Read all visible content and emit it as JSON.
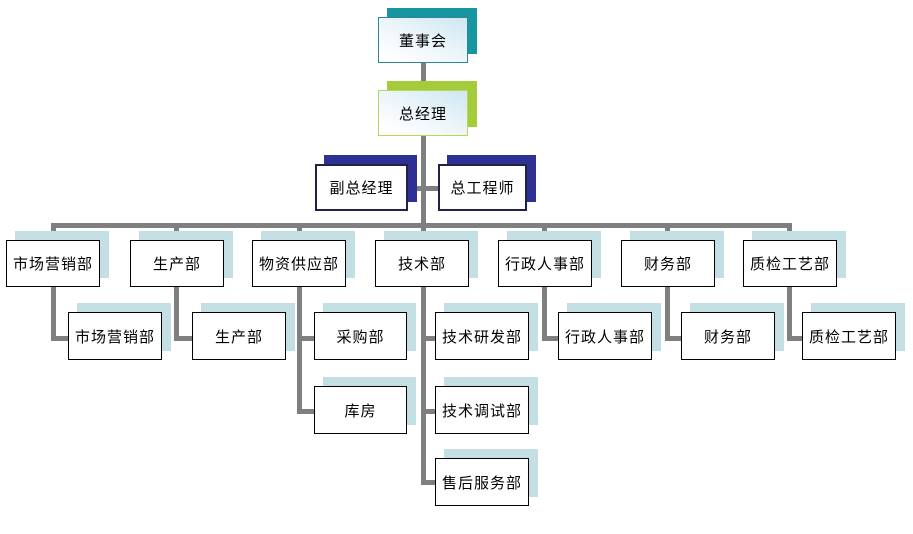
{
  "chart": {
    "type": "org-chart",
    "description": "company organizational structure diagram"
  },
  "colors": {
    "board_shadow": "#1795a0",
    "gm_shadow": "#a4cb3a",
    "executive_shadow": "#2d3193",
    "department_shadow": "#c3dfe3",
    "connector": "#7f7f7f",
    "box_fill": "#ffffff",
    "box_gradient_tint": "#cde7f2",
    "text": "#000000"
  },
  "nodes": {
    "board": {
      "label": "董事会"
    },
    "gm": {
      "label": "总经理"
    },
    "deputy_gm": {
      "label": "副总经理"
    },
    "chief_engineer": {
      "label": "总工程师"
    },
    "marketing": {
      "label": "市场营销部"
    },
    "production": {
      "label": "生产部"
    },
    "supply": {
      "label": "物资供应部"
    },
    "tech": {
      "label": "技术部"
    },
    "admin_hr": {
      "label": "行政人事部"
    },
    "finance": {
      "label": "财务部"
    },
    "quality": {
      "label": "质检工艺部"
    },
    "marketing_sub": {
      "label": "市场营销部"
    },
    "production_sub": {
      "label": "生产部"
    },
    "purchasing": {
      "label": "采购部"
    },
    "rnd": {
      "label": "技术研发部"
    },
    "admin_hr_sub": {
      "label": "行政人事部"
    },
    "finance_sub": {
      "label": "财务部"
    },
    "quality_sub": {
      "label": "质检工艺部"
    },
    "warehouse": {
      "label": "库房"
    },
    "debugging": {
      "label": "技术调试部"
    },
    "after_sales": {
      "label": "售后服务部"
    }
  }
}
